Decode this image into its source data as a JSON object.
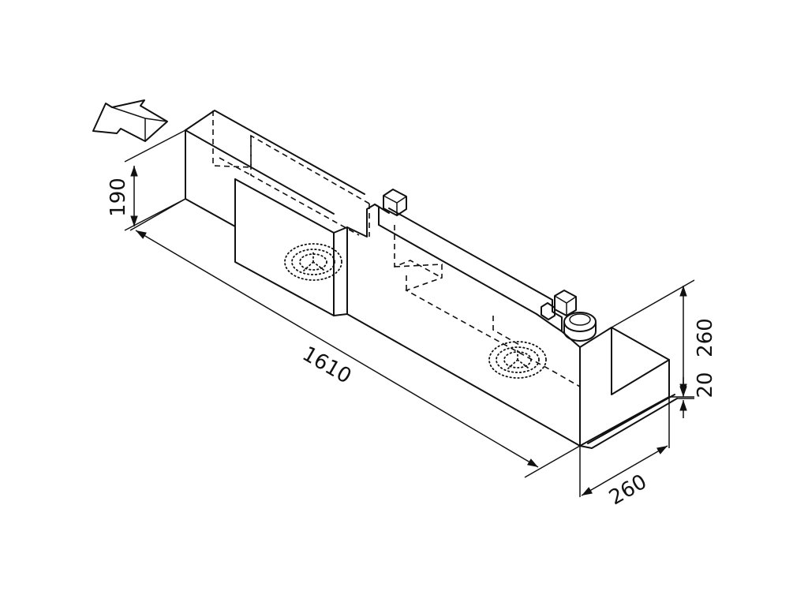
{
  "dimensions": {
    "length": "1610",
    "height_back": "190",
    "height_front": "260",
    "base_offset": "20",
    "width": "260"
  },
  "icons": {
    "direction": "arrow-left-icon",
    "filter_grille": "dotted-grille-icon",
    "cap": "round-cap-icon"
  }
}
